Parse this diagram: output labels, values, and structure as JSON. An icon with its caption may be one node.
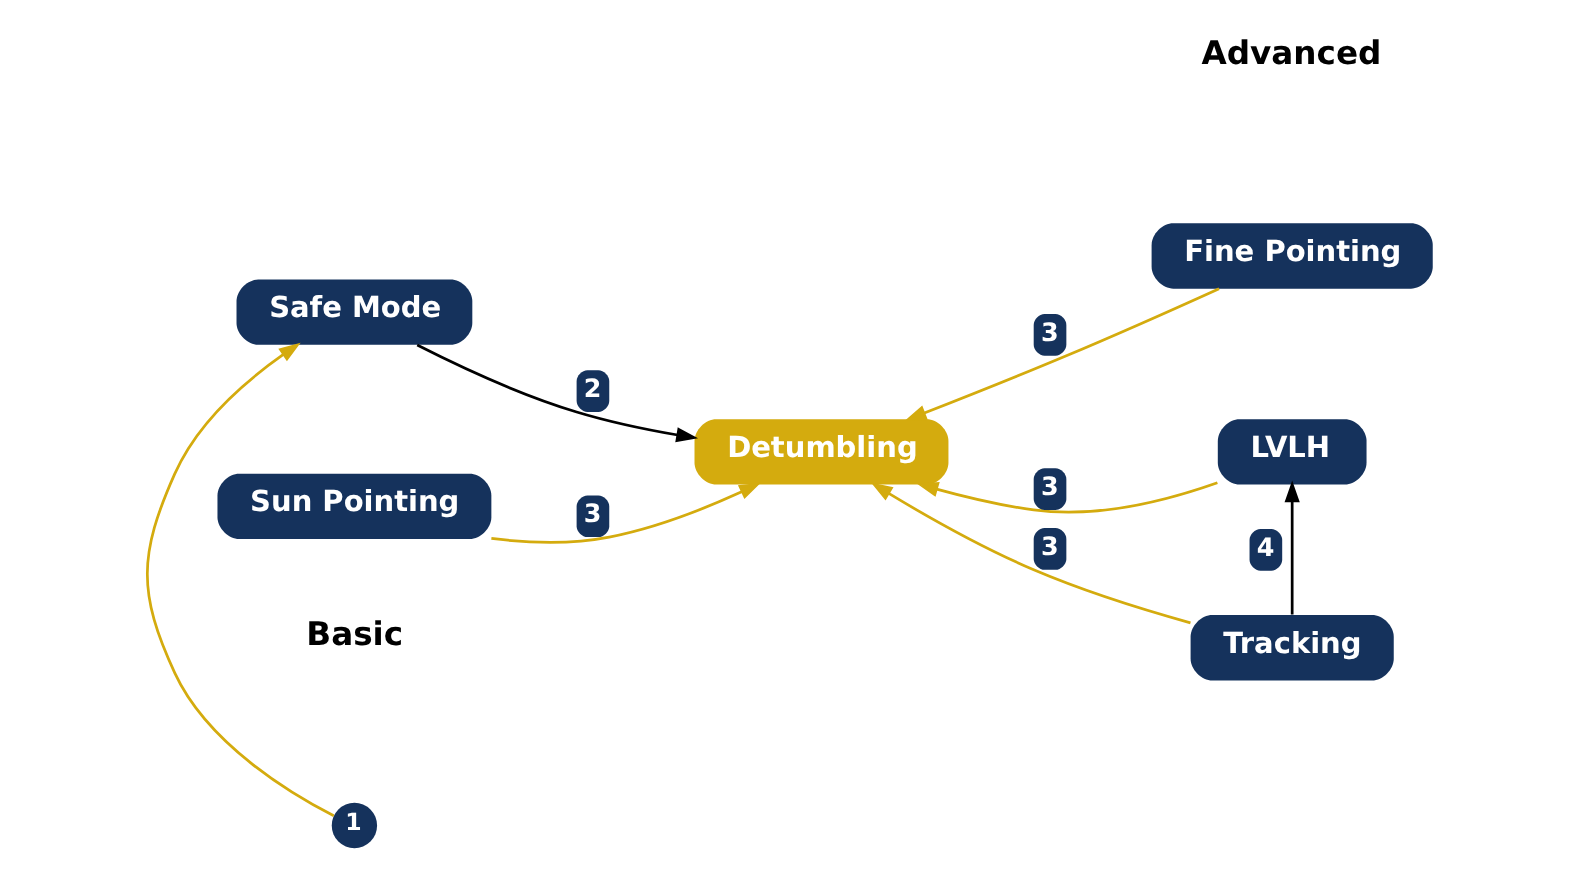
{
  "diagram": {
    "nodes": [
      {
        "text": [
          "1"
        ]
      },
      {
        "text": [
          "Safe Mode"
        ]
      },
      {
        "text": [
          "Fine Pointing"
        ]
      },
      {
        "text": [
          "Detumbling"
        ]
      },
      {
        "text": [
          "LVLH"
        ]
      },
      {
        "text": [
          "Sun Pointing"
        ]
      },
      {
        "text": [
          "Tracking"
        ]
      }
    ],
    "edges": [
      {
        "from": 0,
        "to": 1,
        "arrow": "to"
      },
      {
        "from": 1,
        "to": 3,
        "arrow": "to",
        "label": "2",
        "color": "#000000"
      },
      {
        "from": 2,
        "to": 3,
        "arrow": "to",
        "label": "3"
      },
      {
        "from": 4,
        "to": 3,
        "arrow": "to",
        "label": "3"
      },
      {
        "from": 5,
        "to": 3,
        "arrow": "to",
        "label": "3"
      },
      {
        "from": 6,
        "to": 3,
        "arrow": "to",
        "label": "3"
      },
      {
        "from": 6,
        "to": 4,
        "arrow": "to",
        "label": "4",
        "color": "#000000"
      }
    ],
    "labels": [
      "Basic",
      "Advanced"
    ]
  }
}
